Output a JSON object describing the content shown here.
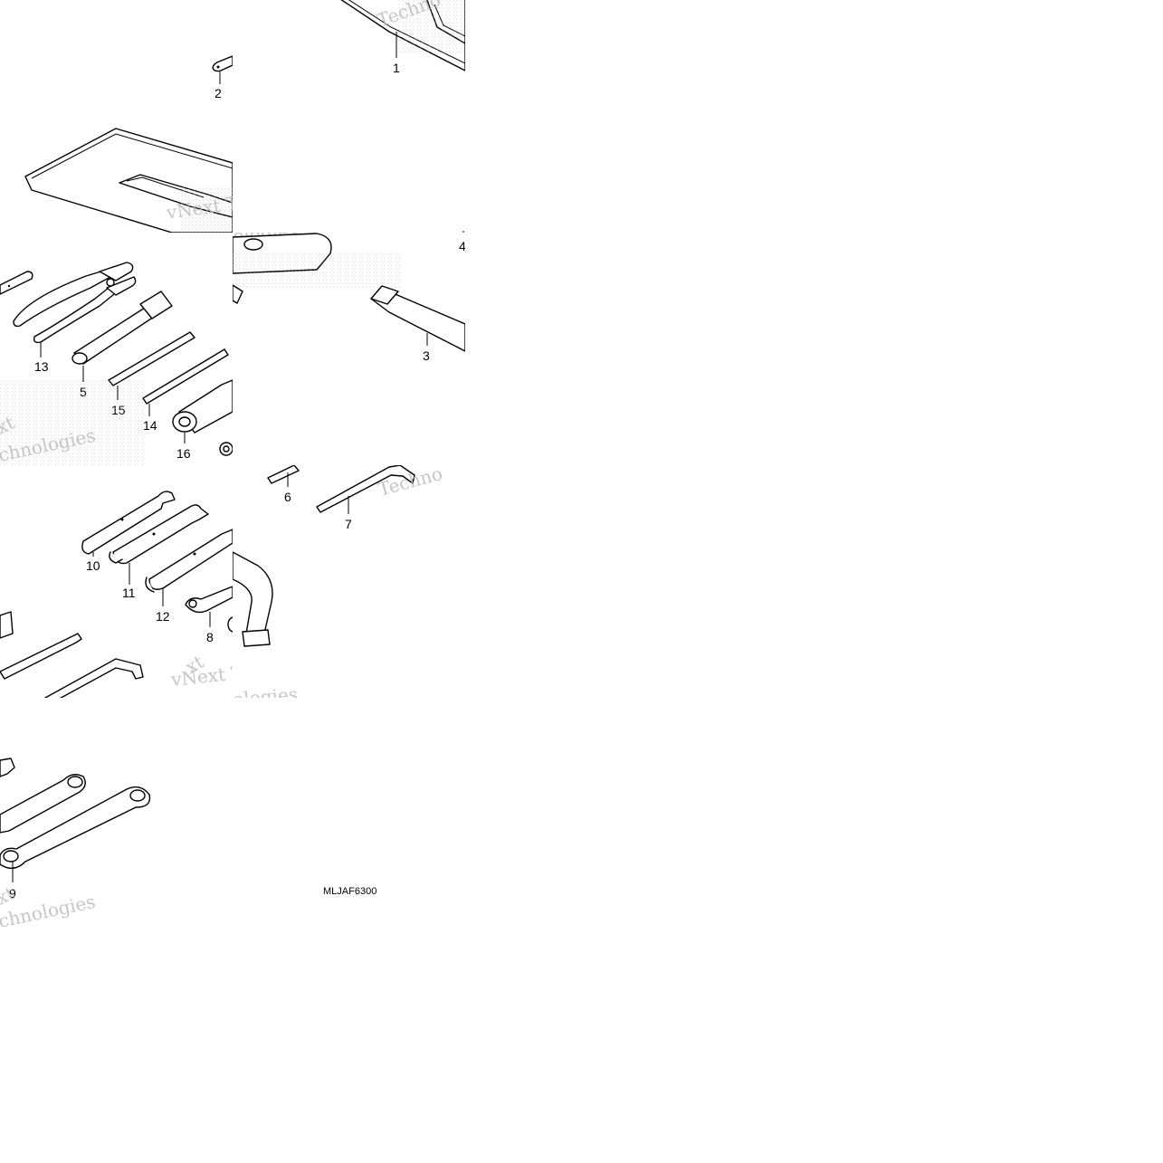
{
  "diagram": {
    "code": "MLJAF6300",
    "callouts": {
      "c1": "1",
      "c2": "2",
      "c3": "3",
      "c4a": "4",
      "c4b": "4",
      "c5": "5",
      "c6": "6",
      "c7": "7",
      "c8": "8",
      "c9": "9",
      "c10": "10",
      "c11": "11",
      "c12": "12",
      "c13": "13",
      "c14": "14",
      "c15": "15",
      "c16": "16"
    },
    "watermarks": {
      "w1": "Techno",
      "w2": "vNext Tec",
      "w3": "ologies",
      "w4": "xt",
      "w5": "chnologies",
      "w6": "Techno",
      "w7": "vNext Tec",
      "w8": "ologies",
      "w9": "xt",
      "w10": "chnologies"
    }
  }
}
